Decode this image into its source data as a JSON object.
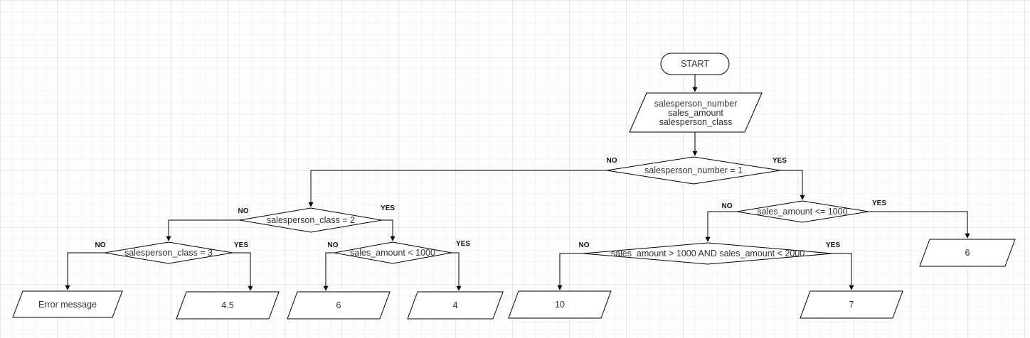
{
  "diagram": {
    "nodes": {
      "start": {
        "label": "START"
      },
      "input": {
        "line1": "salesperson_number",
        "line2": "sales_amount",
        "line3": "salesperson_class"
      },
      "decision_salesperson_number_1": {
        "label": "salesperson_number = 1"
      },
      "decision_salesperson_class_2": {
        "label": "salesperson_class = 2"
      },
      "decision_sales_amount_lt_1000": {
        "label": "sales_amount < 1000"
      },
      "decision_salesperson_class_3": {
        "label": "salesperson_class = 3"
      },
      "decision_sales_amount_lte_1000": {
        "label": "sales_amount <= 1000"
      },
      "decision_sales_amount_between": {
        "label": "sales_amount > 1000 AND sales_amount < 2000"
      },
      "output_error": {
        "label": "Error message"
      },
      "output_4_5": {
        "label": "4.5"
      },
      "output_6_left": {
        "label": "6"
      },
      "output_4": {
        "label": "4"
      },
      "output_10": {
        "label": "10"
      },
      "output_7": {
        "label": "7"
      },
      "output_6_right": {
        "label": "6"
      }
    },
    "edge_labels": {
      "yes": "YES",
      "no": "NO"
    }
  }
}
